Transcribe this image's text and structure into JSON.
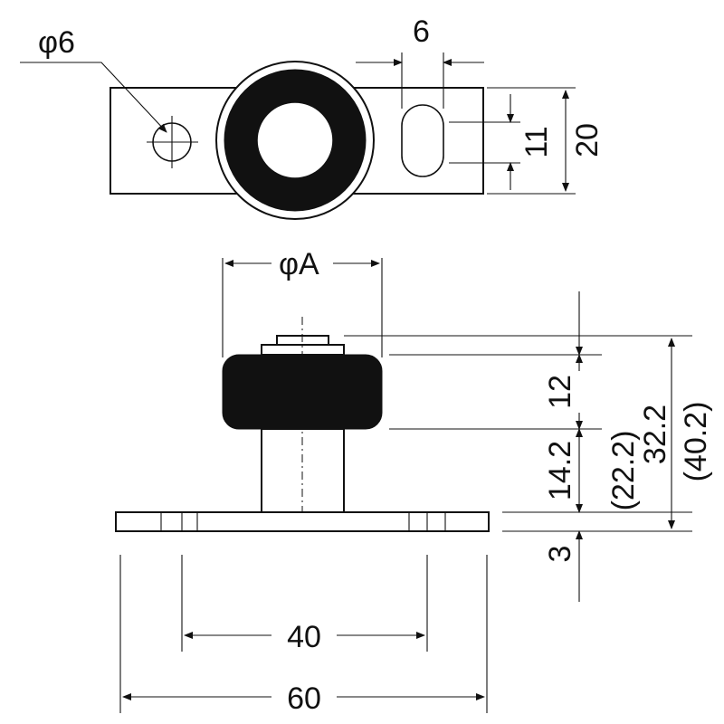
{
  "drawing": {
    "top_view": {
      "hole_dia": "φ6",
      "slot_width": "6",
      "slot_length": "11",
      "plate_height": "20"
    },
    "side_view": {
      "wheel_dia": "φA",
      "wheel_height": "12",
      "shaft_height": "14.2",
      "base_thickness": "3",
      "height_small": "32.2",
      "height_small_paren": "(22.2)",
      "height_large_paren": "(40.2)",
      "hole_pitch": "40",
      "plate_length": "60"
    }
  }
}
